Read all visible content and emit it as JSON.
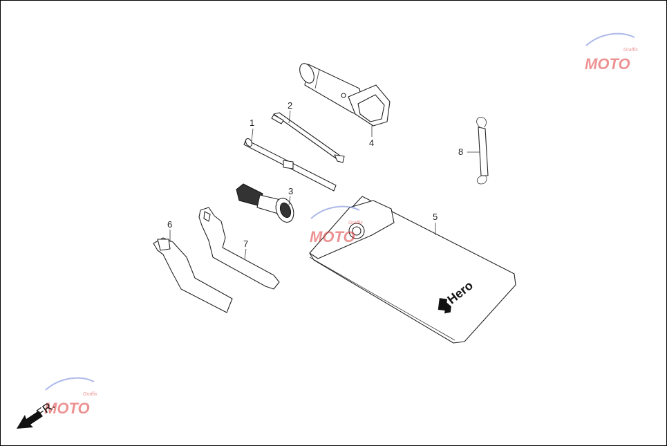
{
  "diagram": {
    "parts": [
      {
        "number": "1",
        "name": "rod"
      },
      {
        "number": "2",
        "name": "screwdriver"
      },
      {
        "number": "3",
        "name": "socket-handle"
      },
      {
        "number": "4",
        "name": "box-spanner"
      },
      {
        "number": "5",
        "name": "tool-pouch"
      },
      {
        "number": "6",
        "name": "c-spanner"
      },
      {
        "number": "7",
        "name": "hook-spanner"
      },
      {
        "number": "8",
        "name": "spring-hook"
      }
    ],
    "brand_logo": "Hero",
    "direction_label": "FR.",
    "watermark": {
      "text": "MOTO",
      "subtext": "Graffix"
    }
  },
  "colors": {
    "line": "#222222",
    "background": "#ffffff",
    "watermark_red": "#e03a3a",
    "watermark_blue": "#6a7fd8"
  },
  "icons": {
    "direction": "arrow-left-down-icon",
    "watermark": "moto-watermark-icon"
  }
}
